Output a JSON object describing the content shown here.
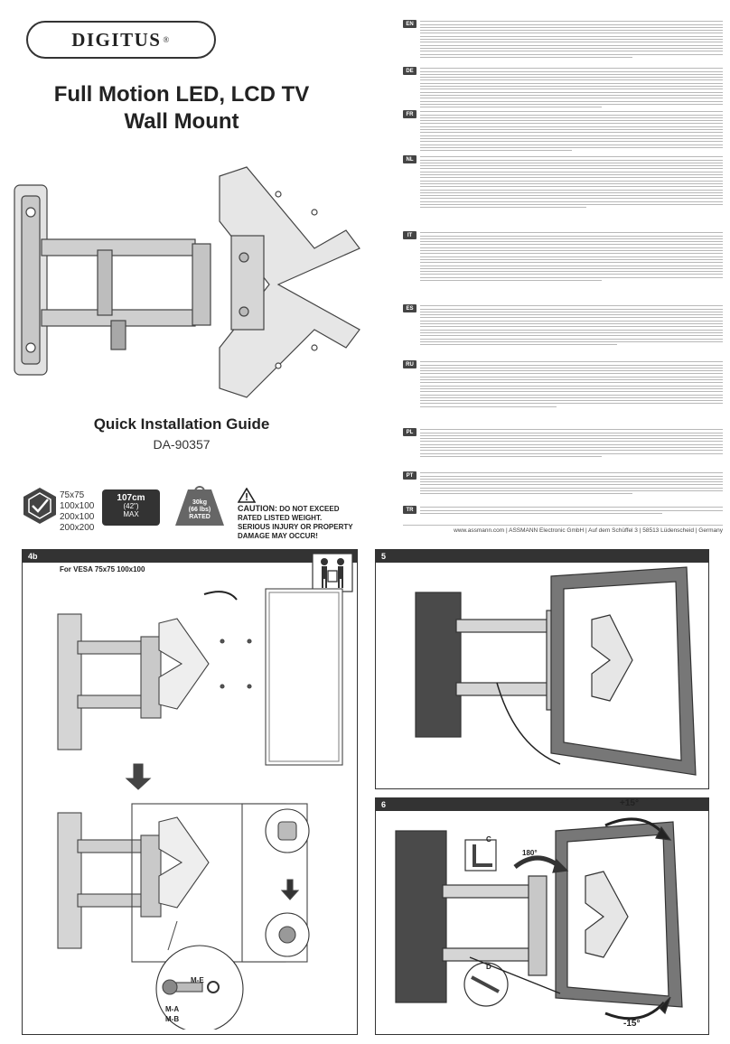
{
  "brand": {
    "name": "DIGITUS",
    "reg": "®"
  },
  "title": {
    "line1": "Full Motion LED, LCD TV",
    "line2": "Wall Mount"
  },
  "guide": {
    "heading": "Quick Installation Guide",
    "model": "DA-90357"
  },
  "specs": {
    "vesa": [
      "75x75",
      "100x100",
      "200x100",
      "200x200"
    ],
    "screen_size": "107cm",
    "screen_inches": "(42\")",
    "screen_max": "MAX",
    "weight": "30kg",
    "weight_lbs": "(66 lbs)",
    "weight_rated": "RATED",
    "caution_bold": "CAUTION:",
    "caution_text": "DO NOT EXCEED RATED LISTED WEIGHT. SERIOUS INJURY OR PROPERTY DAMAGE MAY OCCUR!"
  },
  "languages": [
    "EN",
    "DE",
    "FR",
    "NL",
    "IT",
    "ES",
    "RU",
    "PL",
    "PT",
    "TR"
  ],
  "footer": "www.assmann.com | ASSMANN Electronic GmbH | Auf dem Schüffel 3 | 58513 Lüdenscheid | Germany",
  "steps": {
    "s4b": {
      "label": "4b",
      "caption": "For VESA 75x75 100x100",
      "parts": [
        "M-E",
        "M-A",
        "M-B"
      ]
    },
    "s5": {
      "label": "5"
    },
    "s6": {
      "label": "6",
      "tilt_up": "+15°",
      "tilt_down": "-15°",
      "rotate": "180°",
      "part_c": "C",
      "part_d": "D"
    }
  },
  "colors": {
    "dark": "#333333",
    "wood": "#5a5a5a",
    "frame": "#7a7a7a"
  }
}
